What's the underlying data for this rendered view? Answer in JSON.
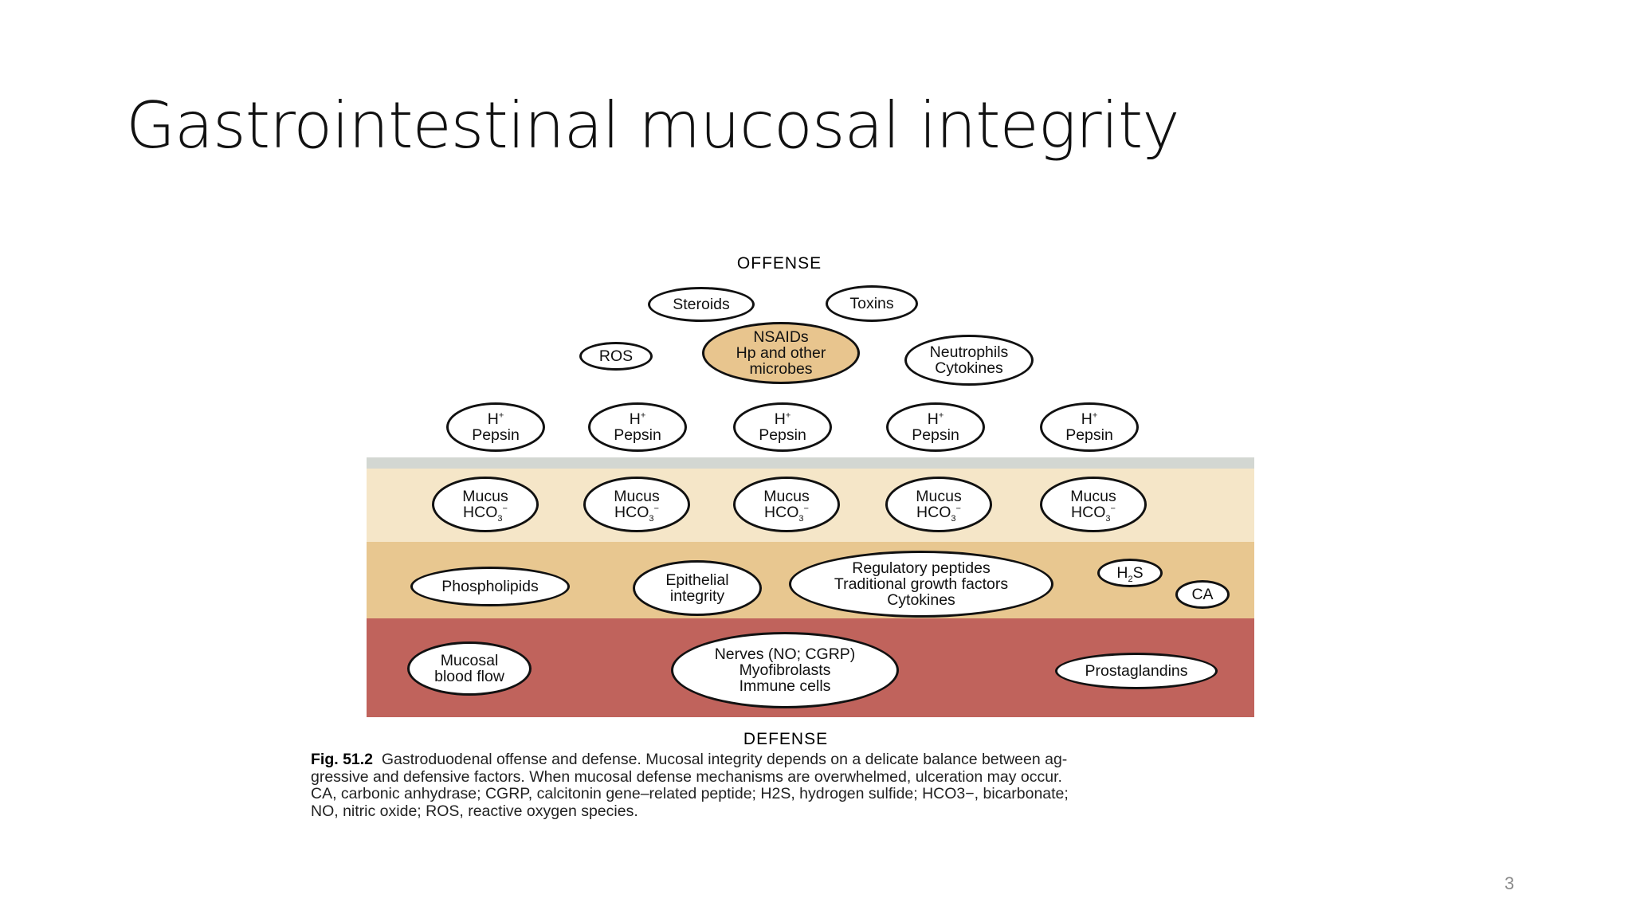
{
  "slide": {
    "title": "Gastrointestinal mucosal integrity",
    "page_number": "3"
  },
  "diagram": {
    "offense_label": "OFFENSE",
    "defense_label": "DEFENSE",
    "colors": {
      "surface": "#d3d7d2",
      "mucus_layer": "#f5e6c8",
      "epithelial_layer": "#e8c790",
      "subepithelial_layer": "#c0635c",
      "highlight_node": "#e8c58e"
    },
    "offense_factors": [
      {
        "id": "steroids",
        "lines": [
          "Steroids"
        ],
        "x": 0
      },
      {
        "id": "toxins",
        "lines": [
          "Toxins"
        ]
      },
      {
        "id": "ros",
        "lines": [
          "ROS"
        ]
      },
      {
        "id": "nsaids",
        "lines": [
          "NSAIDs",
          "Hp and other",
          "microbes"
        ],
        "highlight": true
      },
      {
        "id": "neutrophils",
        "lines": [
          "Neutrophils",
          "Cytokines"
        ]
      }
    ],
    "acid_pepsin": [
      {
        "l1": "H+",
        "l2": "Pepsin"
      },
      {
        "l1": "H+",
        "l2": "Pepsin"
      },
      {
        "l1": "H+",
        "l2": "Pepsin"
      },
      {
        "l1": "H+",
        "l2": "Pepsin"
      },
      {
        "l1": "H+",
        "l2": "Pepsin"
      }
    ],
    "mucus_layer": [
      {
        "l1": "Mucus",
        "l2": "HCO3−"
      },
      {
        "l1": "Mucus",
        "l2": "HCO3−"
      },
      {
        "l1": "Mucus",
        "l2": "HCO3−"
      },
      {
        "l1": "Mucus",
        "l2": "HCO3−"
      },
      {
        "l1": "Mucus",
        "l2": "HCO3−"
      }
    ],
    "epithelial_layer": [
      {
        "id": "phospholipids",
        "lines": [
          "Phospholipids"
        ]
      },
      {
        "id": "epithelial",
        "lines": [
          "Epithelial",
          "integrity"
        ]
      },
      {
        "id": "regulatory",
        "lines": [
          "Regulatory peptides",
          "Traditional growth factors",
          "Cytokines"
        ]
      },
      {
        "id": "h2s",
        "lines": [
          "H2S"
        ]
      },
      {
        "id": "ca",
        "lines": [
          "CA"
        ]
      }
    ],
    "subepithelial_layer": [
      {
        "id": "blood-flow",
        "lines": [
          "Mucosal",
          "blood flow"
        ]
      },
      {
        "id": "nerves",
        "lines": [
          "Nerves (NO; CGRP)",
          "Myofibrolasts",
          "Immune cells"
        ]
      },
      {
        "id": "prostaglandins",
        "lines": [
          "Prostaglandins"
        ]
      }
    ]
  },
  "caption": {
    "label": "Fig. 51.2",
    "lines": [
      "Gastroduodenal offense and defense. Mucosal integrity depends on a delicate balance between ag-",
      "gressive and defensive factors. When mucosal defense mechanisms are overwhelmed, ulceration may occur.",
      "CA, carbonic anhydrase; CGRP, calcitonin gene–related peptide; H2S, hydrogen sulfide; HCO3−, bicarbonate;",
      "NO, nitric oxide; ROS, reactive oxygen species."
    ]
  }
}
